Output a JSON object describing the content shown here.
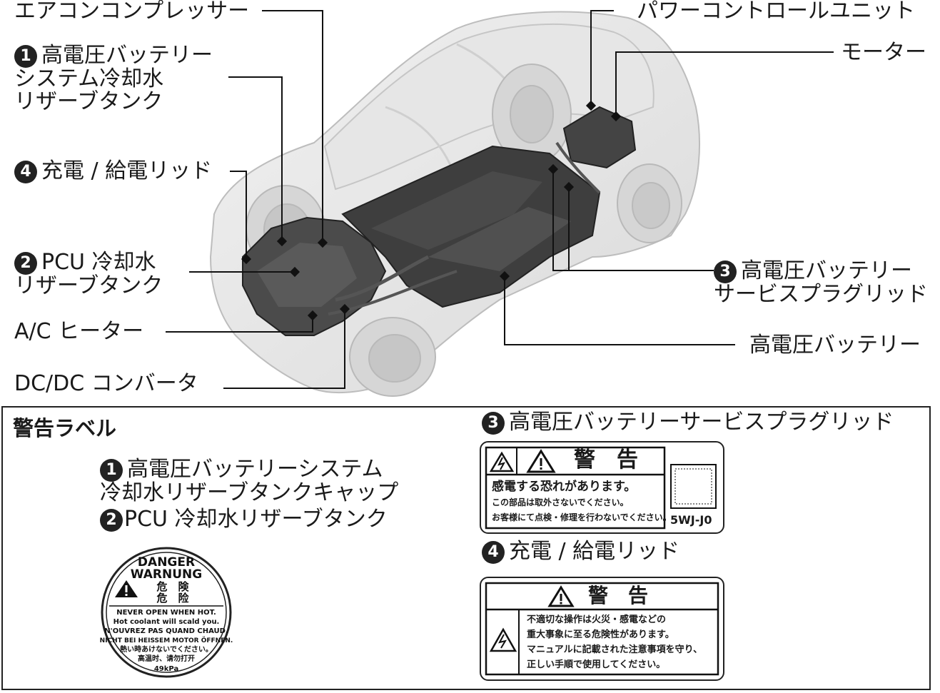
{
  "callouts": {
    "ac_compressor": "エアコンコンプレッサー",
    "battery_coolant_reservoir": {
      "num": "1",
      "lines": [
        "高電圧バッテリー",
        "システム冷却水",
        "リザーブタンク"
      ]
    },
    "charge_lid": {
      "num": "4",
      "text": "充電 / 給電リッド"
    },
    "pcu_coolant_reservoir": {
      "num": "2",
      "lines": [
        "PCU 冷却水",
        "リザーブタンク"
      ]
    },
    "ac_heater": "A/C ヒーター",
    "dcdc_converter": "DC/DC コンバータ",
    "power_control_unit": "パワーコントロールユニット",
    "motor": "モーター",
    "service_plug_lid": {
      "num": "3",
      "lines": [
        "高電圧バッテリー",
        "サービスプラグリッド"
      ]
    },
    "hv_battery": "高電圧バッテリー"
  },
  "warning_section": {
    "title": "警告ラベル",
    "item1": {
      "num": "1",
      "lines": [
        "高電圧バッテリーシステム",
        "冷却水リザーブタンクキャップ"
      ]
    },
    "item2": {
      "num": "2",
      "text": "PCU 冷却水リザーブタンク"
    },
    "item3": {
      "num": "3",
      "text": "高電圧バッテリーサービスプラグリッド"
    },
    "item4": {
      "num": "4",
      "text": "充電 / 給電リッド"
    },
    "cap_label": {
      "line1": "DANGER",
      "line2": "WARNUNG",
      "line3": "危　険",
      "line4": "危　险",
      "text_lines": [
        "NEVER OPEN WHEN HOT.",
        "Hot coolant will scald you.",
        "N'OUVREZ PAS QUAND CHAUD.",
        "NICHT BEI HEISSEM MOTOR ÖFFNEN.",
        "熱い時あけないでください。",
        "高温时、请勿打开"
      ],
      "pressure": "49kPa"
    },
    "service_plug_label": {
      "heading": "警　告",
      "line1": "感電する恐れがあります。",
      "line2": "この部品は取外さないでください。",
      "line3": "お客様にて点検・修理を行わないでください。",
      "code": "5WJ-J0"
    },
    "charge_lid_label": {
      "heading": "警　告",
      "lines": [
        "不適切な操作は火災・感電などの",
        "重大事象に至る危険性があります。",
        "マニュアルに記載された注意事項を守り、",
        "正しい手順で使用してください。"
      ]
    }
  }
}
